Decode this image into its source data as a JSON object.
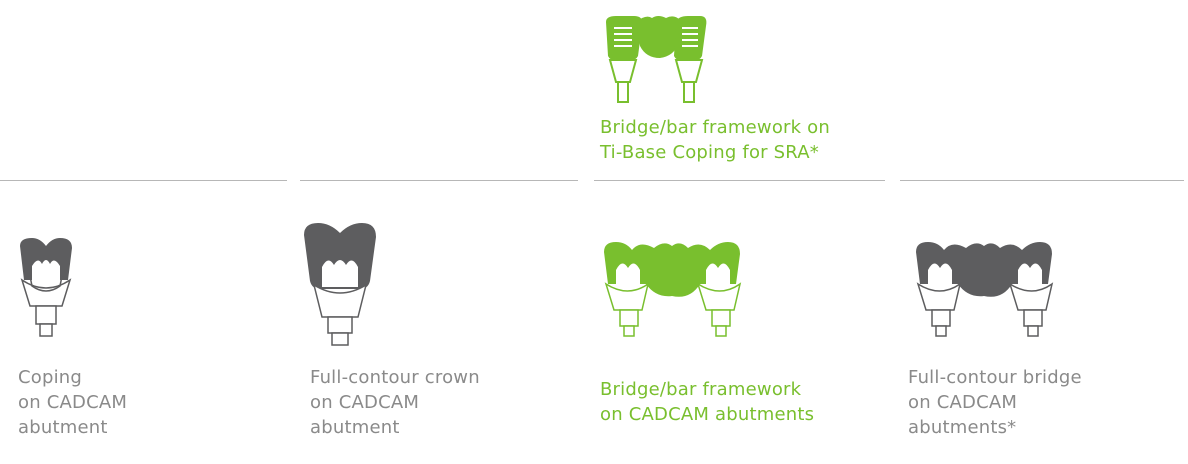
{
  "top_item": {
    "label_lines": [
      "Bridge/bar framework on",
      "Ti-Base Coping for SRA*"
    ],
    "icon": "bridge-on-ti-base-icon"
  },
  "items": [
    {
      "label_lines": [
        "Coping",
        "on CADCAM",
        "abutment"
      ],
      "icon": "coping-icon"
    },
    {
      "label_lines": [
        "Full-contour crown",
        "on CADCAM",
        "abutment"
      ],
      "icon": "full-contour-crown-icon"
    },
    {
      "label_lines": [
        "Bridge/bar framework",
        "on CADCAM abutments"
      ],
      "icon": "bridge-framework-icon"
    },
    {
      "label_lines": [
        "Full-contour bridge",
        "on CADCAM",
        "abutments*"
      ],
      "icon": "full-contour-bridge-icon"
    }
  ],
  "colors": {
    "accent": "#79bf2e",
    "dark": "#5d5d5f",
    "text_gray": "#8a8a8a",
    "divider": "#b7b7b7"
  }
}
